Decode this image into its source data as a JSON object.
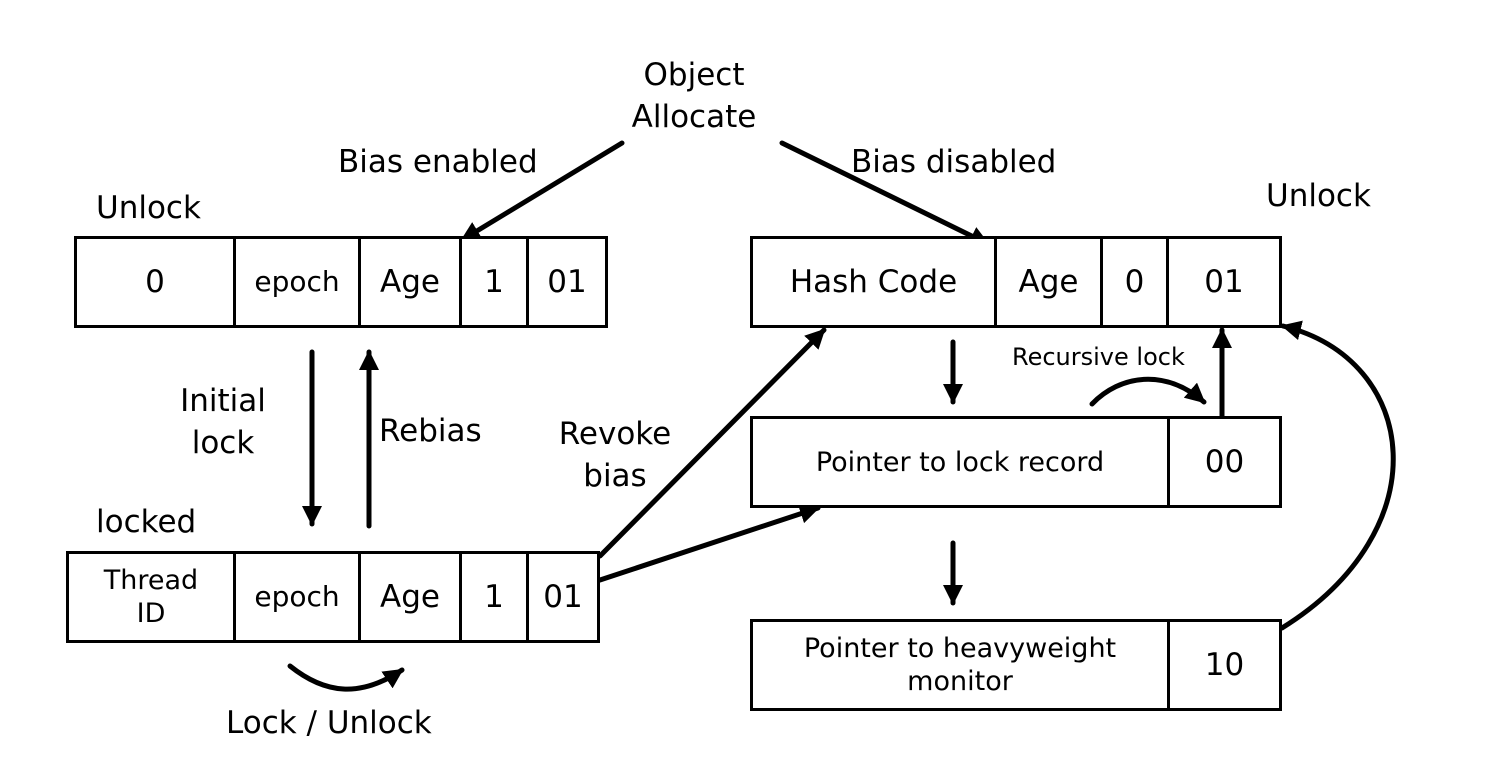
{
  "labels": {
    "object_allocate": "Object\nAllocate",
    "bias_enabled": "Bias enabled",
    "bias_disabled": "Bias disabled",
    "unlock_left": "Unlock",
    "unlock_right": "Unlock",
    "locked": "locked",
    "initial_lock": "Initial\nlock",
    "rebias": "Rebias",
    "revoke_bias": "Revoke\nbias",
    "recursive_lock": "Recursive lock",
    "lock_unlock": "Lock / Unlock"
  },
  "boxes": {
    "biased_unlocked": [
      "0",
      "epoch",
      "Age",
      "1",
      "01"
    ],
    "biased_locked": [
      "Thread\nID",
      "epoch",
      "Age",
      "1",
      "01"
    ],
    "normal_unlocked": [
      "Hash Code",
      "Age",
      "0",
      "01"
    ],
    "lightweight_locked": [
      "Pointer to lock record",
      "00"
    ],
    "heavyweight_locked": [
      "Pointer to heavyweight\nmonitor",
      "10"
    ]
  }
}
